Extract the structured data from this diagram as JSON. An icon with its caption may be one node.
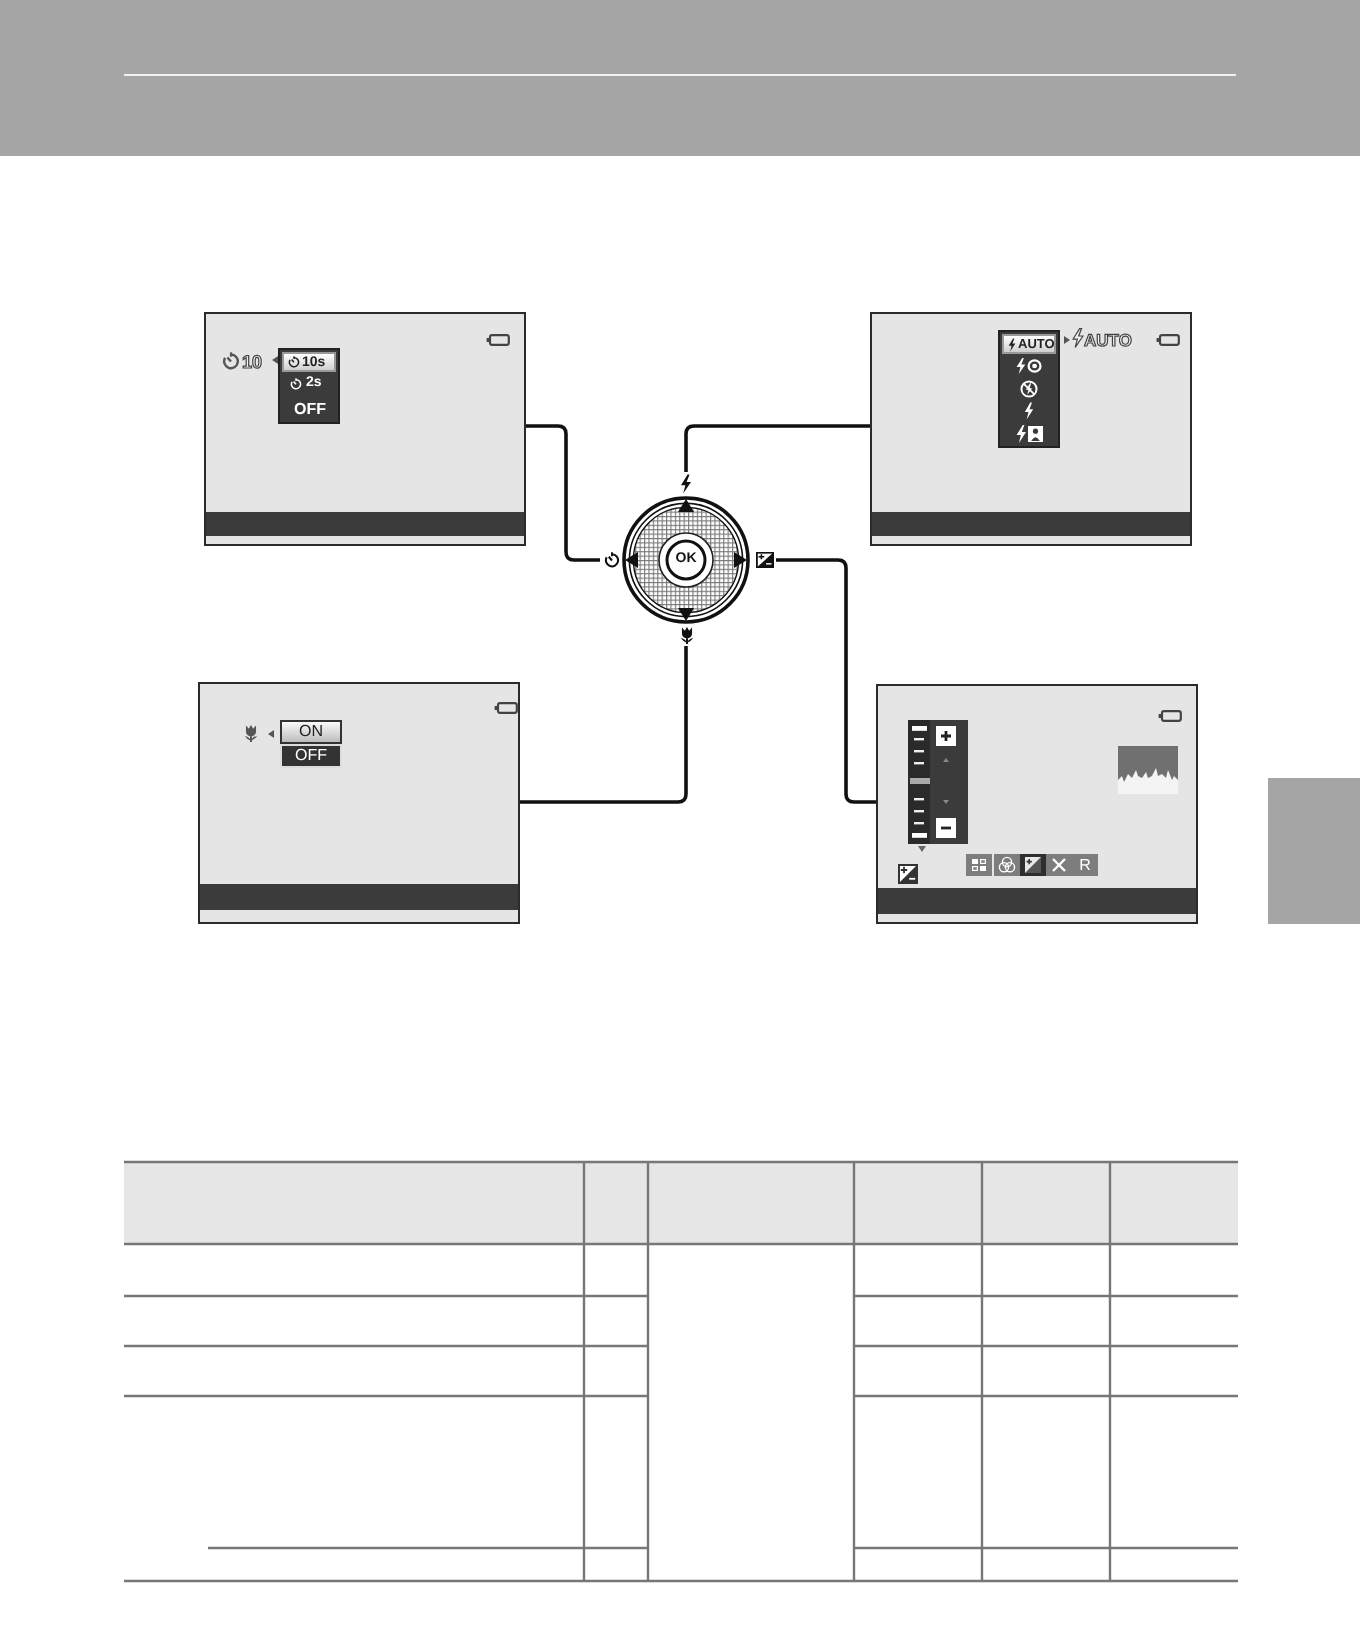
{
  "diagram": {
    "nodes": [
      {
        "text": [
          "10",
          "10s",
          "2s",
          "OFF"
        ]
      },
      {
        "text": [
          "AUTO",
          "AUTO"
        ]
      },
      {
        "text": [
          "OK"
        ]
      },
      {
        "text": [
          "ON",
          "OFF"
        ]
      },
      {
        "text": [
          "R"
        ]
      }
    ],
    "edges": [
      {
        "from": 0,
        "to": 2,
        "arrow": "none"
      },
      {
        "from": 1,
        "to": 2,
        "arrow": "none"
      },
      {
        "from": 3,
        "to": 2,
        "arrow": "none"
      },
      {
        "from": 4,
        "to": 2,
        "arrow": "none"
      }
    ]
  }
}
